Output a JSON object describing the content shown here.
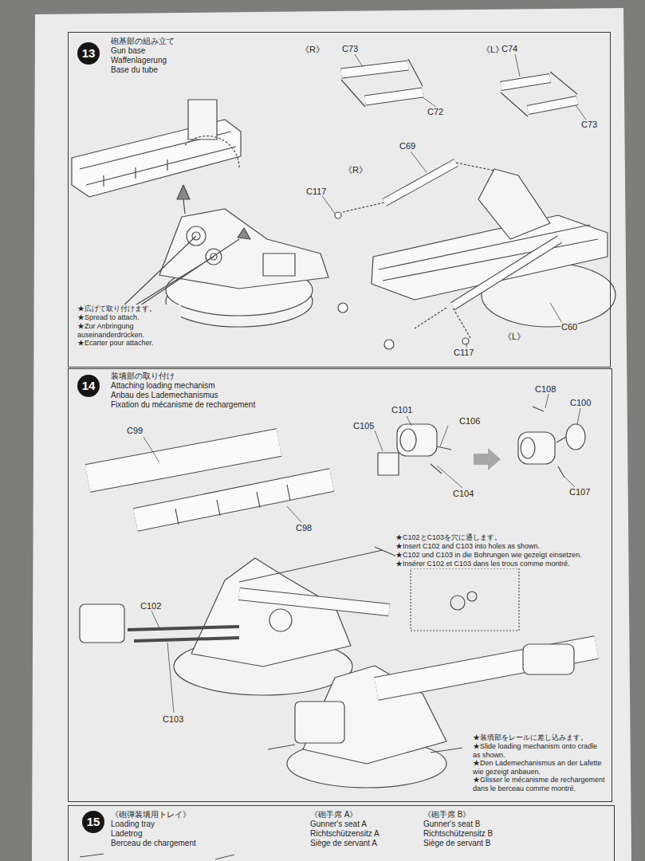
{
  "diagram": {
    "nodes": [
      {
        "text": [
          "13",
          "砲基部の組み立て",
          "Gun base",
          "Waffenlagerung",
          "Base du tube"
        ]
      },
      {
        "text": [
          "14",
          "装填部の取り付け",
          "Attaching loading mechanism",
          "Anbau des Lademechanismus",
          "Fixation du mécanisme de rechargement"
        ]
      },
      {
        "text": [
          "15",
          "《砲弾装填用トレイ》",
          "Loading tray",
          "Ladetrog",
          "Berceau de chargement",
          "《砲手席 A》",
          "Gunner's seat A",
          "Richtschützensitz A",
          "Siège de servant A",
          "《砲手席 B》",
          "Gunner's seat B",
          "Richtschützensitz B",
          "Siège de servant B"
        ]
      }
    ],
    "labels": [
      "《R》",
      "C73",
      "C72",
      "《L》",
      "C74",
      "C73",
      "C69",
      "《R》",
      "C117",
      "C60",
      "C117",
      "《L》",
      "★広げて取り付けます。",
      "★Spread to attach.",
      "★Zur Anbringung auseinanderdrücken.",
      "★Ecarter pour attacher.",
      "C101",
      "C108",
      "C100",
      "C105",
      "C106",
      "C104",
      "C107",
      "C99",
      "C98",
      "C102",
      "C103",
      "★C102とC103を穴に通します。",
      "★Insert C102 and C103 into holes as shown.",
      "★C102 und C103 in die Bohrungen wie gezeigt einsetzen.",
      "★Insérer C102 et C103 dans les trous comme montré.",
      "★装填部をレールに差し込みます。",
      "★Slide loading mechanism onto cradle as shown.",
      "★Den Lademechanismus an der Lafette wie gezeigt anbauen.",
      "★Glisser le mécanisme de rechargement dans le berceau comme montré."
    ]
  }
}
